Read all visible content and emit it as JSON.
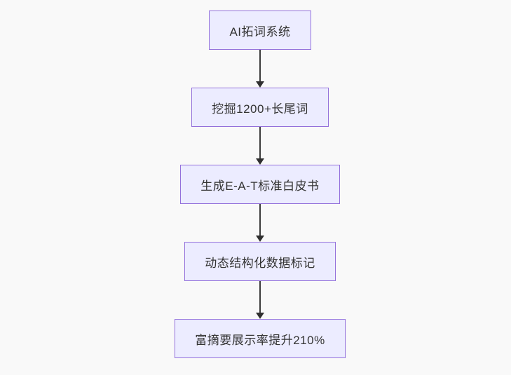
{
  "diagram": {
    "kind": "flowchart",
    "direction": "top-down",
    "colors": {
      "background": "#f9f9f9",
      "node_fill": "#ECECFF",
      "node_border": "#9370DB",
      "node_text": "#333333",
      "arrow": "#333333"
    },
    "nodes": [
      {
        "id": "A",
        "label": "AI拓词系统"
      },
      {
        "id": "B",
        "label": "挖掘1200+长尾词"
      },
      {
        "id": "C",
        "label": "生成E-A-T标准白皮书"
      },
      {
        "id": "D",
        "label": "动态结构化数据标记"
      },
      {
        "id": "E",
        "label": "富摘要展示率提升210%"
      }
    ],
    "edges": [
      {
        "from": "A",
        "to": "B"
      },
      {
        "from": "B",
        "to": "C"
      },
      {
        "from": "C",
        "to": "D"
      },
      {
        "from": "D",
        "to": "E"
      }
    ]
  }
}
